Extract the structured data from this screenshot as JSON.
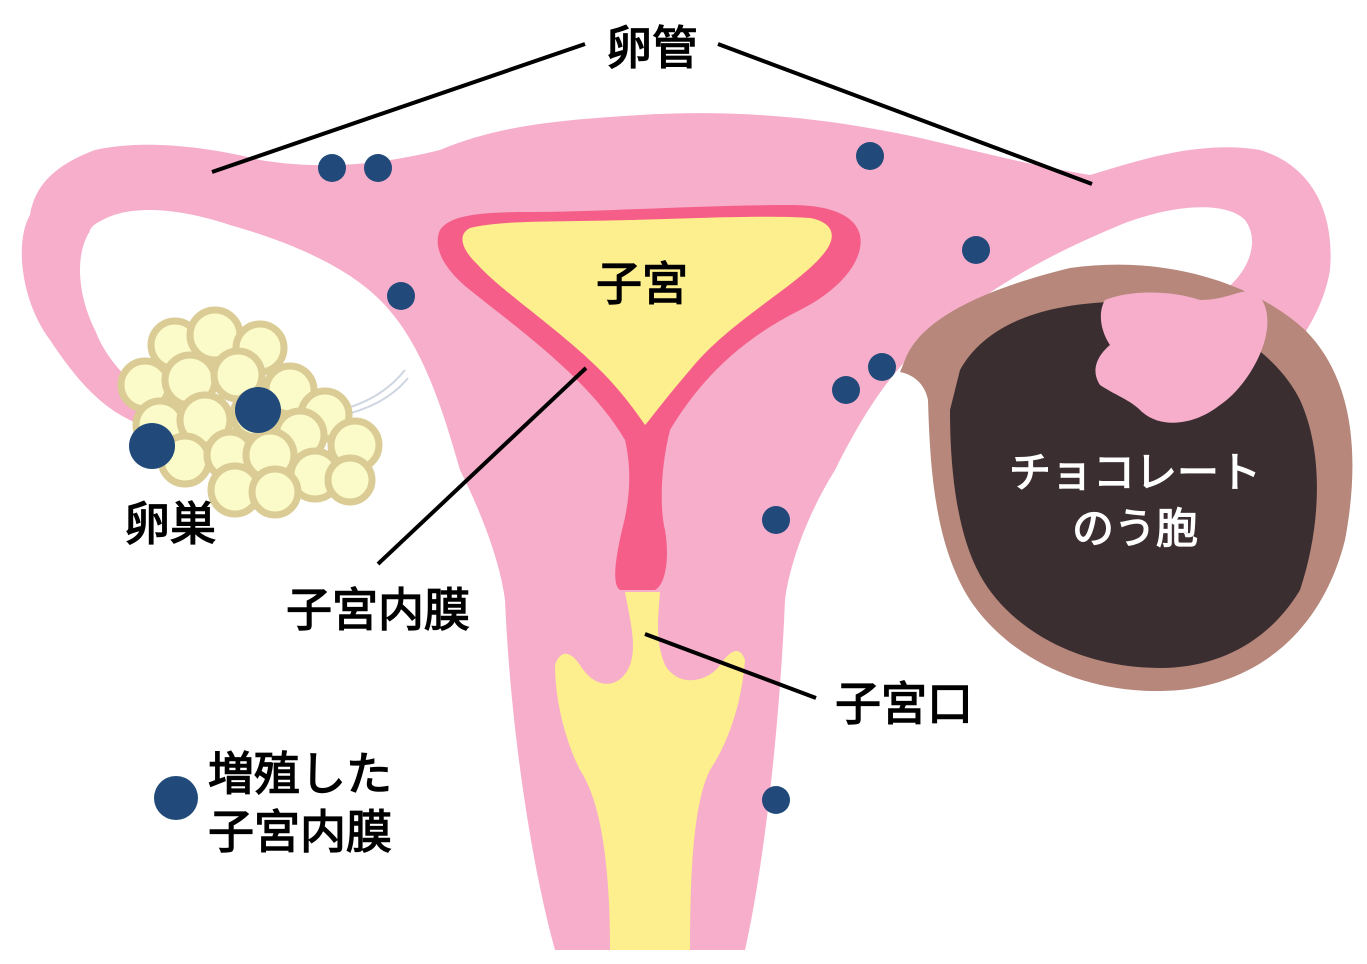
{
  "labels": {
    "fallopian_tube": "卵管",
    "uterus": "子宮",
    "ovary": "卵巣",
    "endometrium": "子宮内膜",
    "cervix": "子宮口",
    "chocolate_cyst_line1": "チョコレート",
    "chocolate_cyst_line2": "のう胞"
  },
  "legend": {
    "line1": "増殖した",
    "line2": "子宮内膜"
  },
  "colors": {
    "uterus_pink": "#f6aecb",
    "endometrium_red": "#f45e88",
    "cavity_yellow": "#fdee8e",
    "ovary_fill": "#fbfbc9",
    "ovary_outline": "#dbcc95",
    "cyst_outer": "#b6877a",
    "cyst_inner": "#3b2e31",
    "lesion_blue": "#214a7a",
    "line_black": "#000000"
  }
}
